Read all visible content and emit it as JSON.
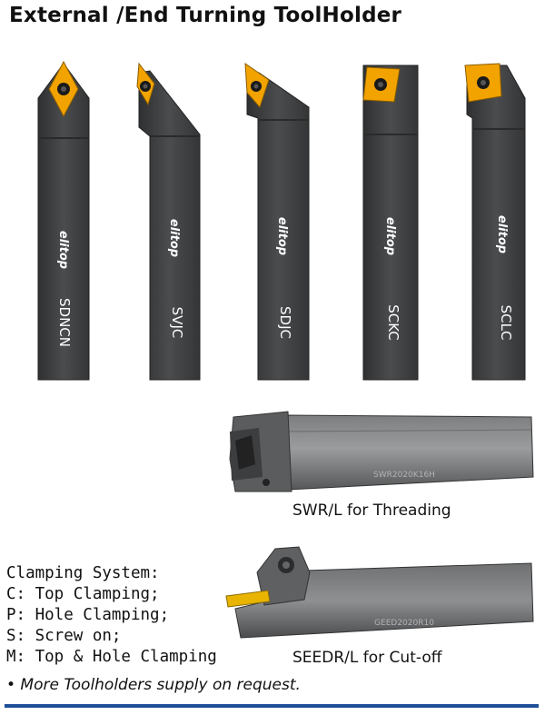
{
  "title": "External /End Turning ToolHolder",
  "holders": [
    {
      "code": "SDNCN",
      "brand": "elitop"
    },
    {
      "code": "SVJC",
      "brand": "elitop"
    },
    {
      "code": "SDJC",
      "brand": "elitop"
    },
    {
      "code": "SCKC",
      "brand": "elitop"
    },
    {
      "code": "SCLC",
      "brand": "elitop"
    }
  ],
  "threading": {
    "caption": "SWR/L for Threading",
    "engraving": "SWR2020K16H"
  },
  "cutoff": {
    "caption": "SEEDR/L for Cut-off",
    "engraving": "GEED2020R10"
  },
  "clamping": {
    "heading": "Clamping System:",
    "items": [
      "C: Top Clamping;",
      "P: Hole Clamping;",
      "S: Screw on;",
      "M: Top & Hole Clamping"
    ]
  },
  "note": "• More Toolholders supply on request.",
  "colors": {
    "shank": "#3f4143",
    "insert": "#f2a300",
    "rule": "#1f4f99"
  }
}
